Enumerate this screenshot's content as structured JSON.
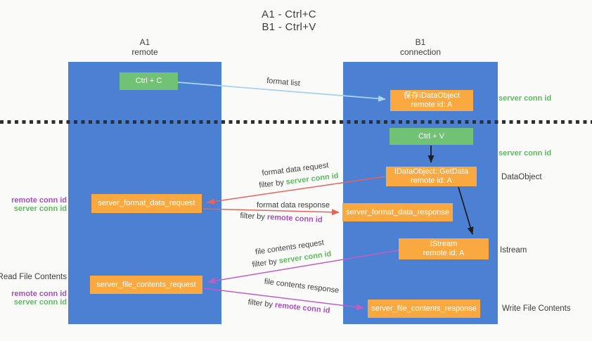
{
  "title": {
    "line1": "A1 - Ctrl+C",
    "line2": "B1 - Ctrl+V"
  },
  "lanes": {
    "a1": {
      "id": "A1",
      "role": "remote"
    },
    "b1": {
      "id": "B1",
      "role": "connection"
    }
  },
  "nodes": {
    "ctrl_c": {
      "label": "Ctrl + C"
    },
    "save_idataobject": {
      "line1": "保存IDataObject",
      "line2": "remote id: A"
    },
    "ctrl_v": {
      "label": "Ctrl + V"
    },
    "getdata": {
      "line1": "IDataObject::GetData",
      "line2": "remote id: A"
    },
    "server_format_data_request": {
      "label": "server_format_data_request"
    },
    "server_format_data_response": {
      "label": "server_format_data_response"
    },
    "istream": {
      "line1": "IStream",
      "line2": "remote id: A"
    },
    "server_file_contents_request": {
      "label": "server_file_contents_request"
    },
    "server_file_contents_response": {
      "label": "server_file_contents_response"
    }
  },
  "edges": {
    "format_list": {
      "label": "format list"
    },
    "format_data_request": {
      "label": "format data request",
      "filter_prefix": "filter by ",
      "filter_key": "server conn id"
    },
    "format_data_response": {
      "label": "format data response",
      "filter_prefix": "filter by ",
      "filter_key": "remote conn id"
    },
    "file_contents_request": {
      "label": "file contents request",
      "filter_prefix": "filter by ",
      "filter_key": "server conn id"
    },
    "file_contents_response": {
      "label": "file contents response",
      "filter_prefix": "filter by ",
      "filter_key": "remote conn id"
    }
  },
  "side_labels": {
    "right_server_conn_id_top": "server conn id",
    "right_server_conn_id_mid": "server conn id",
    "right_dataobject": "DataObject",
    "right_istream": "Istream",
    "right_write_file_contents": "Write File Contents",
    "left_remote_conn_id_top": "remote conn id",
    "left_server_conn_id_top": "server conn id",
    "left_read_file_contents": "Read File Contents",
    "left_remote_conn_id_bottom": "remote conn id",
    "left_server_conn_id_bottom": "server conn id"
  },
  "colors": {
    "lane_blue": "#4b80d3",
    "green_box": "#72c275",
    "orange_box": "#f9a940",
    "arrow_light_blue": "#a9d3f0",
    "arrow_red": "#e8635c",
    "arrow_magenta": "#c45cc4",
    "arrow_black": "#1f1f1f",
    "server_conn_id_green": "#5cbb5f",
    "remote_conn_id_purple": "#a64fc0",
    "text_dark": "#3e3e3e",
    "background": "#fafaf8"
  }
}
